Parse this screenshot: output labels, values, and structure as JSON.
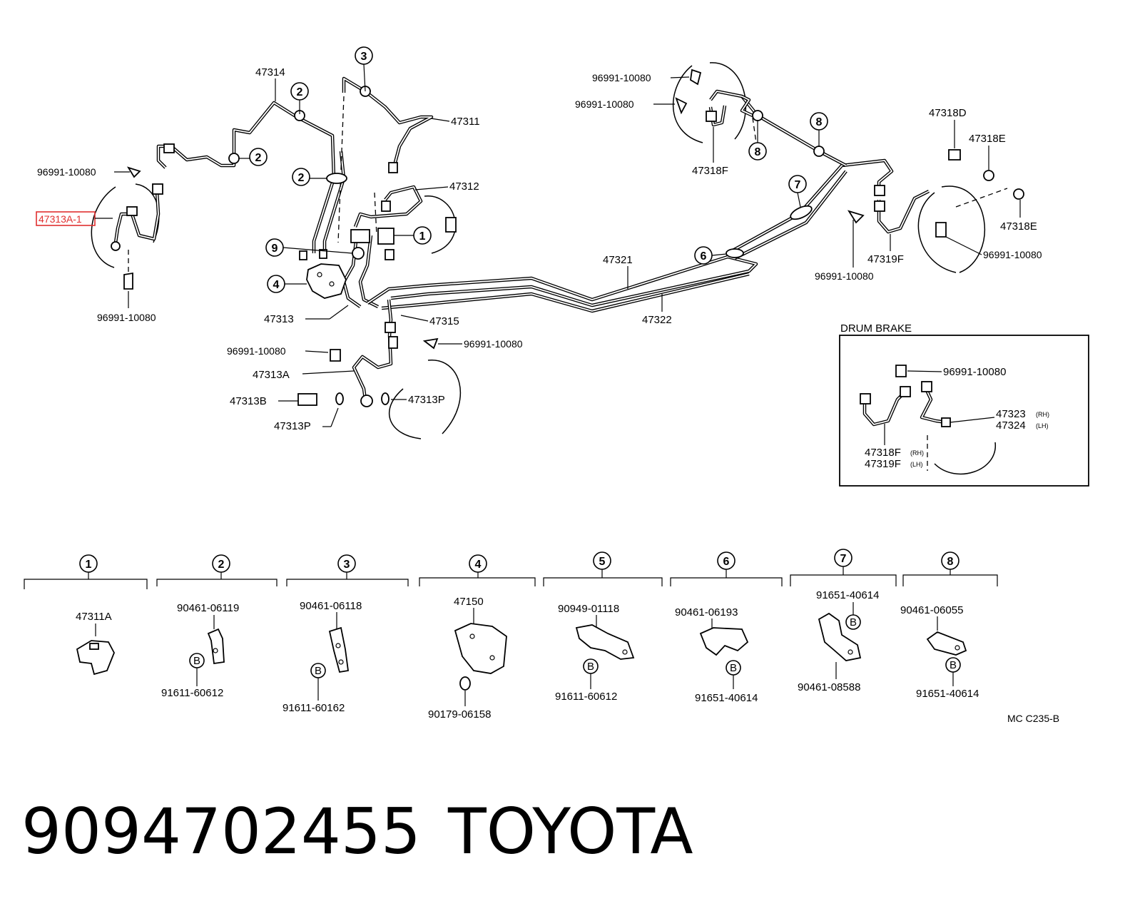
{
  "labels": {
    "p47314": "47314",
    "p47311": "47311",
    "p47312": "47312",
    "p96991_tl": "96991-10080",
    "p47313A_hl": "47313A-1",
    "p96991_l": "96991-10080",
    "p47313": "47313",
    "p47315": "47315",
    "p96991_ml": "96991-10080",
    "p96991_mr": "96991-10080",
    "p47313A": "47313A",
    "p47313B": "47313B",
    "p47313P_l": "47313P",
    "p47313P_r": "47313P",
    "p47321": "47321",
    "p47322": "47322",
    "p96991_tr1": "96991-10080",
    "p96991_tr2": "96991-10080",
    "p47318F": "47318F",
    "p47318D": "47318D",
    "p47318E_t": "47318E",
    "p47318E_b": "47318E",
    "p47319F": "47319F",
    "p96991_r": "96991-10080",
    "p96991_br": "96991-10080"
  },
  "callouts": {
    "c1": "1",
    "c2a": "2",
    "c2b": "2",
    "c2c": "2",
    "c3": "3",
    "c4": "4",
    "c6": "6",
    "c7": "7",
    "c8a": "8",
    "c8b": "8",
    "c9": "9"
  },
  "drum_brake": {
    "title": "DRUM BRAKE",
    "clip": "96991-10080",
    "hose_rh": "47318F",
    "hose_rh_side": "(RH)",
    "hose_lh": "47319F",
    "hose_lh_side": "(LH)",
    "tube_rh": "47323",
    "tube_rh_side": "(RH)",
    "tube_lh": "47324",
    "tube_lh_side": "(LH)"
  },
  "kits": [
    {
      "num": "1",
      "top": "47311A",
      "bottom": ""
    },
    {
      "num": "2",
      "top": "90461-06119",
      "bottom": "91611-60612",
      "badge": "B"
    },
    {
      "num": "3",
      "top": "90461-06118",
      "bottom": "91611-60162",
      "badge": "B"
    },
    {
      "num": "4",
      "top": "47150",
      "bottom": "90179-06158"
    },
    {
      "num": "5",
      "top": "90949-01118",
      "bottom": "91611-60612",
      "badge": "B"
    },
    {
      "num": "6",
      "top": "90461-06193",
      "bottom": "91651-40614",
      "badge": "B"
    },
    {
      "num": "7",
      "top": "91651-40614",
      "bottom": "90461-08588",
      "badge": "B"
    },
    {
      "num": "8",
      "top": "90461-06055",
      "bottom": "91651-40614",
      "badge": "B"
    }
  ],
  "code": "MC C235-B",
  "footer": {
    "part_number": "9094702455",
    "brand": "TOYOTA"
  },
  "colors": {
    "highlight": "#e03030"
  }
}
